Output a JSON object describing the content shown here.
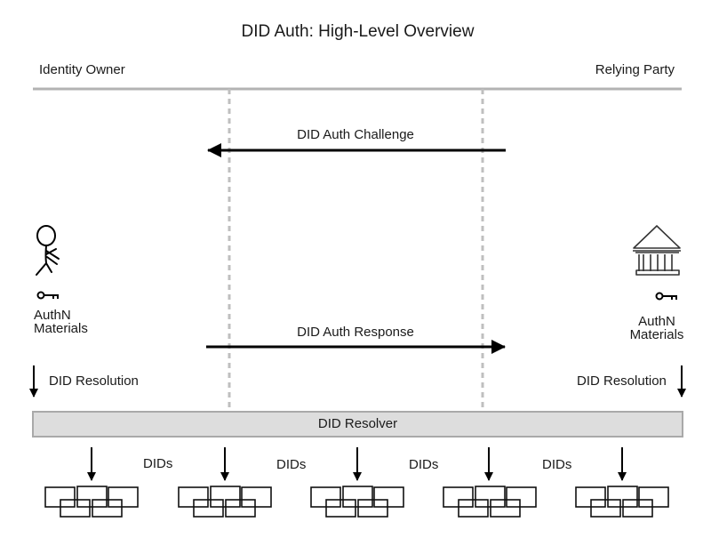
{
  "title": "DID Auth: High-Level Overview",
  "parties": {
    "left": "Identity Owner",
    "right": "Relying Party"
  },
  "messages": {
    "challenge": "DID Auth Challenge",
    "response": "DID Auth Response"
  },
  "materials": {
    "left_line1": "AuthN",
    "left_line2": "Materials",
    "right_line1": "AuthN",
    "right_line2": "Materials"
  },
  "resolution": {
    "left": "DID Resolution",
    "right": "DID Resolution"
  },
  "resolver": "DID Resolver",
  "dids_label": [
    "DIDs",
    "DIDs",
    "DIDs",
    "DIDs"
  ],
  "icons": {
    "identity_owner": "stick-figure-icon",
    "relying_party": "institution-building-icon",
    "key": "key-icon",
    "did_cluster": "document-cluster-icon"
  },
  "colors": {
    "line": "#000000",
    "lane": "#bfbfbf",
    "resolver_fill": "#dddddd",
    "resolver_border": "#a9a9a9"
  }
}
